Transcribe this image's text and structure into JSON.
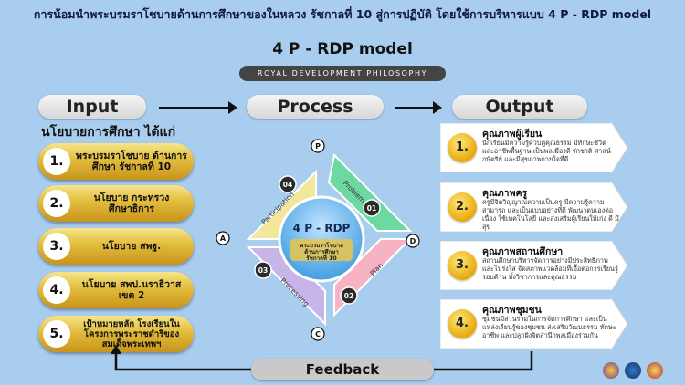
{
  "header": {
    "title": "การน้อมนำพระบรมราโชบายด้านการศึกษาของในหลวง รัชกาลที่ 10 สู่การปฏิบัติ   โดยใช้การบริหารแบบ 4 P - RDP model",
    "model_title": "4 P -  RDP model",
    "subtitle": "ROYAL DEVELOPMENT PHILOSOPHY"
  },
  "sections": {
    "input": "Input",
    "process": "Process",
    "output": "Output",
    "feedback": "Feedback"
  },
  "input": {
    "subtitle": "นโยบายการศึกษา ได้แก่",
    "items": [
      {
        "num": "1.",
        "label": "พระบรมราโชบาย ด้านการศึกษา รัชกาลที่ 10"
      },
      {
        "num": "2.",
        "label": "นโยบาย กระทรวงศึกษาธิการ"
      },
      {
        "num": "3.",
        "label": "นโยบาย สพฐ."
      },
      {
        "num": "4.",
        "label": "นโยบาย สพป.นราธิวาส เขต 2"
      },
      {
        "num": "5.",
        "label": "เป้าหมายหลัก โรงเรียนในโครงการพระราชดำริของสมเด็จพระเทพฯ"
      }
    ]
  },
  "process": {
    "center_title": "4 P - RDP",
    "center_text": "พระบรมราโชบาย ด้านการศึกษา รัชกาลที่ 10",
    "steps": [
      {
        "num": "01",
        "label": "Problem",
        "letter": "P"
      },
      {
        "num": "02",
        "label": "Plan",
        "letter": "D"
      },
      {
        "num": "03",
        "label": "Processing",
        "letter": "C"
      },
      {
        "num": "04",
        "label": "Participation",
        "letter": "A"
      }
    ]
  },
  "output": {
    "items": [
      {
        "num": "1.",
        "title": "คุณภาพผู้เรียน",
        "desc": "นักเรียนมีความรู้ควบคู่คุณธรรม มีทักษะชีวิต และอาชีพพื้นฐาน เป็นพลเมืองดี รักชาติ ศาสน์ กษัตริย์ และมีสุขภาพกายใจที่ดี"
      },
      {
        "num": "2.",
        "title": "คุณภาพครู",
        "desc": "ครูมีจิตวิญญาณความเป็นครู มีความรู้ความสามารถ และเป็นแบบอย่างที่ดี พัฒนาตนเองต่อเนื่อง ใช้เทคโนโลยี และส่งเสริมผู้เรียนให้เก่ง ดี มีสุข"
      },
      {
        "num": "3.",
        "title": "คุณภาพสถานศึกษา",
        "desc": "สถานศึกษาบริหารจัดการอย่างมีประสิทธิภาพ และโปร่งใส จัดสภาพแวดล้อมที่เอื้อต่อการเรียนรู้ รอบด้าน ทั้งวิชาการและคุณธรรม"
      },
      {
        "num": "4.",
        "title": "คุณภาพชุมชน",
        "desc": "ชุมชนมีส่วนร่วมในการจัดการศึกษา และเป็นแหล่งเรียนรู้ของชุมชน ส่งเสริมวัฒนธรรม ทักษะอาชีพ และปลูกฝังจิตสำนึกพลเมืองร่วมกัน"
      }
    ]
  },
  "colors": {
    "background": "#a9cdef",
    "gold": "#e2bc3c",
    "problem_step": "#6dd8a0",
    "plan_step": "#f6b3c4",
    "processing_step": "#c7b5ea",
    "participation_step": "#f2e79a"
  }
}
